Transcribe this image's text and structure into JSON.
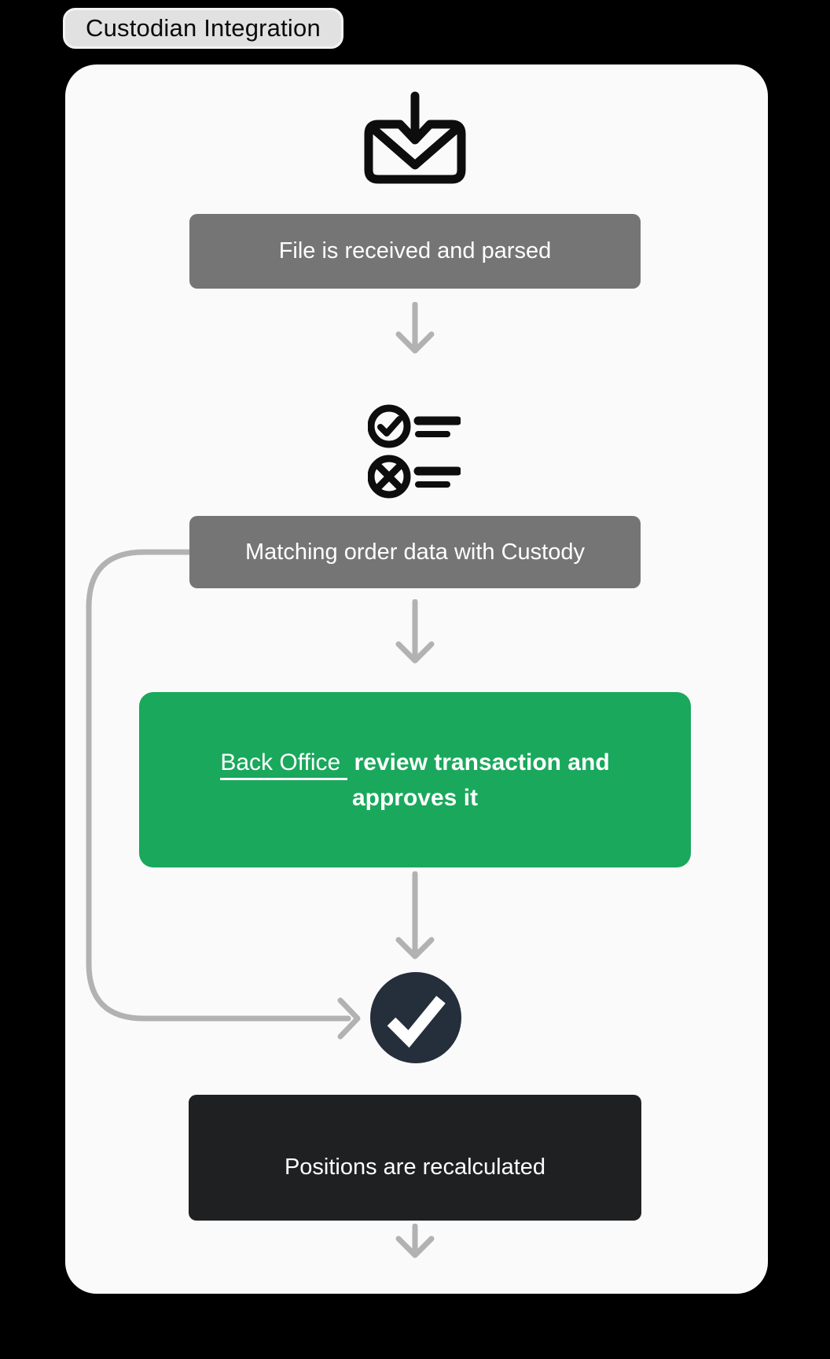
{
  "title_badge": {
    "label": "Custodian Integration"
  },
  "colors": {
    "page_background": "#000000",
    "card_background": "#fafafa",
    "badge_background": "#e1e1e1",
    "step_gray": "#757575",
    "step_green": "#1aa85c",
    "step_dark": "#1f2022",
    "check_circle_dark": "#252e3b",
    "arrow_gray": "#b2b2b2",
    "icon_black": "#0d0d0d",
    "text_white": "#ffffff"
  },
  "flow": {
    "icons": [
      {
        "name": "mail-receive-icon",
        "meaning": "incoming file / email with down arrow"
      },
      {
        "name": "match-list-icon",
        "meaning": "checklist with check circle and cross circle"
      },
      {
        "name": "check-circle-icon",
        "meaning": "approved checkmark in dark circle"
      }
    ],
    "steps": [
      {
        "label": "File is received and parsed",
        "style": "gray"
      },
      {
        "label": "Matching order data with Custody",
        "style": "gray"
      },
      {
        "label_link": "Back Office",
        "label_bold": "review transaction and approves it",
        "style": "green"
      },
      {
        "label": "Positions are recalculated",
        "style": "dark"
      }
    ]
  }
}
